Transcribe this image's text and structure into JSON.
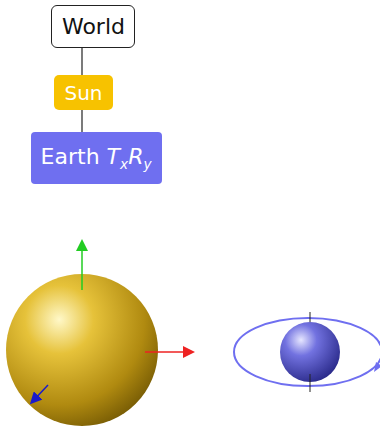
{
  "diagram": {
    "nodes": [
      {
        "text": [
          "World"
        ]
      },
      {
        "text": [
          "Sun"
        ]
      },
      {
        "text": [
          "Earth TxRy"
        ]
      }
    ],
    "edges": [
      {
        "from": 0,
        "to": 1,
        "arrow": "none"
      },
      {
        "from": 1,
        "to": 2,
        "arrow": "none"
      }
    ]
  }
}
